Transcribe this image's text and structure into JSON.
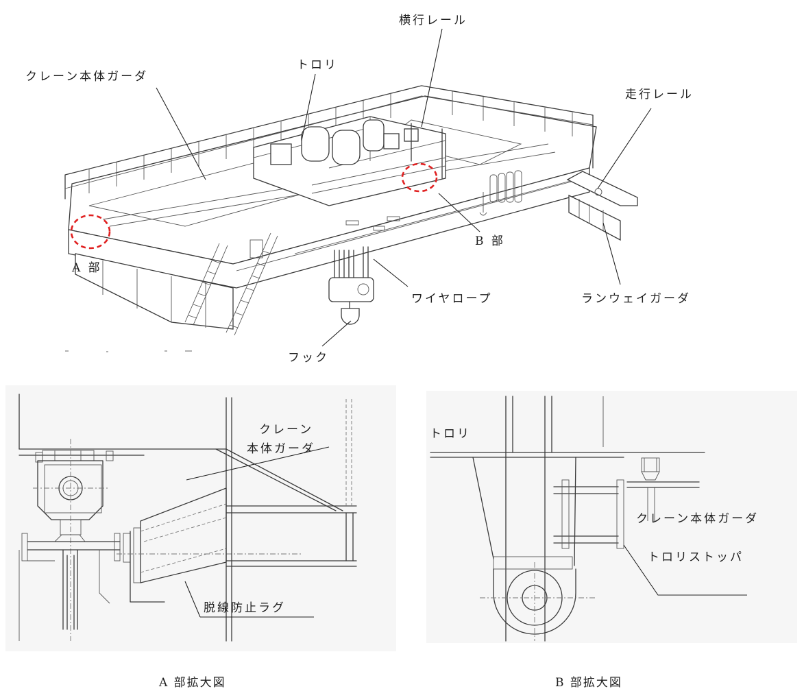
{
  "labels": {
    "trolley_top": "トロリ",
    "traverse_rail": "横行レール",
    "crane_girder_top": "クレーン本体ガーダ",
    "running_rail": "走行レール",
    "part_a": "A 部",
    "part_b": "B 部",
    "wire_rope": "ワイヤロープ",
    "runway_girder": "ランウェイガーダ",
    "hook": "フック",
    "a_crane_girder_line1": "クレーン",
    "a_crane_girder_line2": "本体ガーダ",
    "derail_lug": "脱線防止ラグ",
    "b_trolley": "トロリ",
    "b_crane_girder": "クレーン本体ガーダ",
    "trolley_stopper": "トロリストッパ"
  },
  "captions": {
    "a_detail": "A 部拡大図",
    "b_detail": "B 部拡大図"
  },
  "colors": {
    "marker": "#e02020",
    "ink": "#3a3a3a"
  }
}
